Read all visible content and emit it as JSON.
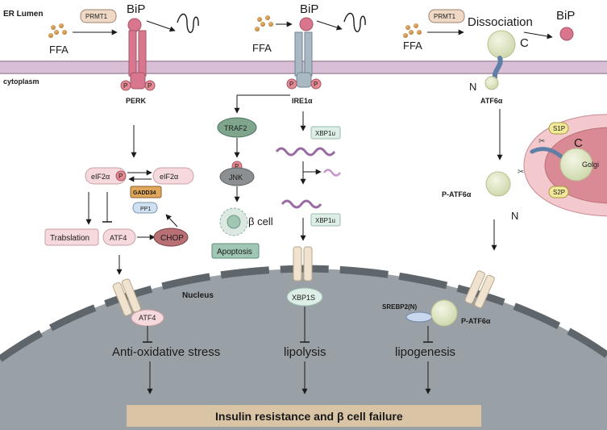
{
  "regions": {
    "er_lumen": "ER Lumen",
    "cytoplasm": "cytoplasm",
    "nucleus": "Nucleus"
  },
  "perk_branch": {
    "ffa": "FFA",
    "prmt1": "PRMT1",
    "bip": "BiP",
    "perk": "PERK",
    "p": "P",
    "eif2a": "eIF2α",
    "eif2a_p": "eIF2α",
    "gadd34": "GADD34",
    "pp1": "PP1",
    "translation": "Trabslation",
    "atf4": "ATF4",
    "chop": "CHOP",
    "atf4_nuclear": "ATF4",
    "outcome": "Anti-oxidative stress"
  },
  "ire1_branch": {
    "ffa": "FFA",
    "bip": "BiP",
    "ire1": "IRE1α",
    "p": "P",
    "traf2": "TRAF2",
    "jnk": "JNK",
    "beta_cell": "β cell",
    "apoptosis": "Apoptosis",
    "xbp1u_1": "XBP1u",
    "xbp1u_2": "XBP1u",
    "xbp1s": "XBP1S",
    "outcome": "lipolysis"
  },
  "atf6_branch": {
    "ffa": "FFA",
    "prmt1": "PRMT1",
    "dissociation": "Dissociation",
    "bip": "BiP",
    "c1": "C",
    "n1": "N",
    "atf6": "ATF6α",
    "s1p": "S1P",
    "s2p": "S2P",
    "c2": "C",
    "golgi": "Golgi",
    "p_atf6": "P-ATF6α",
    "n2": "N",
    "srebp2": "SREBP2(N)",
    "p_atf6_nuclear": "P-ATF6α",
    "outcome": "lipogenesis"
  },
  "footer": "Insulin resistance and  β cell failure",
  "colors": {
    "membrane": "#d9bfd6",
    "perk": "#d7768c",
    "ire1": "#a9b9c4",
    "nucleus": "#9aa1a6",
    "nuclear_rim": "#5f666b",
    "pill_pink": "#f6d9dc",
    "chop": "#b77074",
    "traf2": "#7fa58c",
    "apoptosis": "#9fc7b4",
    "footer_box": "#d9c4a6",
    "green_ball": "#dfe5c4",
    "golgi": "#d98a94"
  }
}
